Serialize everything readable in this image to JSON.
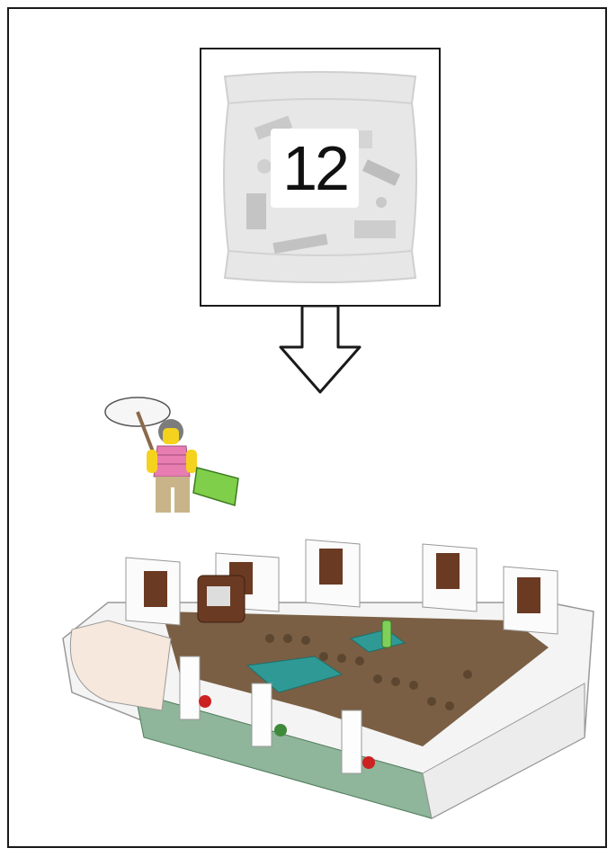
{
  "step": {
    "bag_number": "12"
  },
  "icons": {
    "bag": "parts-bag-icon",
    "arrow": "down-arrow-icon",
    "minifig": "minifigure-illustration",
    "model": "building-model-illustration"
  },
  "colors": {
    "border": "#1a1a1a",
    "bag": "#e6e6e6",
    "sand_green": "#8fb59a",
    "reddish_brown": "#6b3a22",
    "dark_tan": "#7a5f44",
    "teal": "#2f9a95",
    "white_brick": "#f4f4f4"
  }
}
